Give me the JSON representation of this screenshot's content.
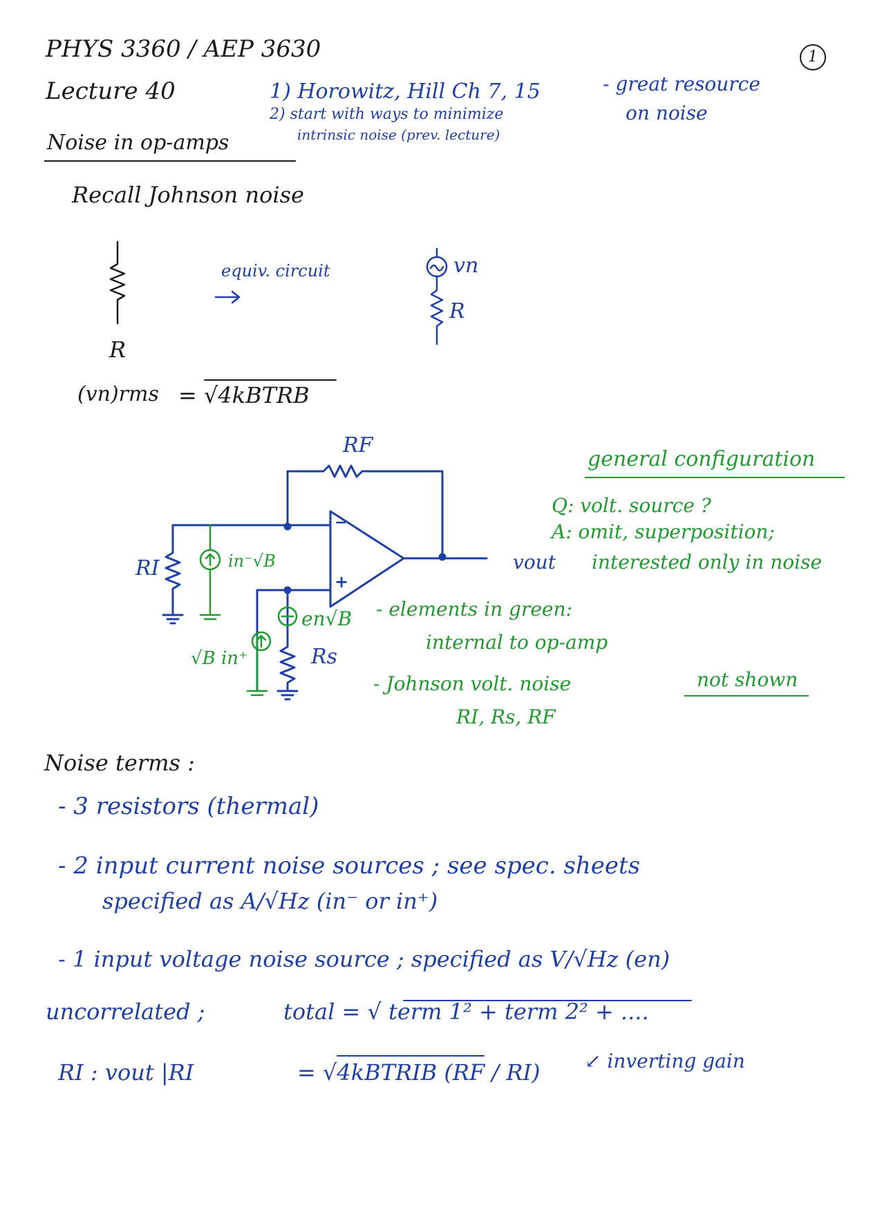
{
  "header": {
    "course": "PHYS 3360 / AEP 3630",
    "lecture": "Lecture 40",
    "page_number": "1"
  },
  "references": {
    "item1": "1) Horowitz, Hill  Ch 7, 15",
    "item2a": "2) start with ways to minimize",
    "item2b": "intrinsic noise  (prev. lecture)",
    "resource_a": "- great resource",
    "resource_b": "on noise"
  },
  "section_title": "Noise in op-amps",
  "johnson": {
    "recall": "Recall  Johnson noise",
    "equiv": "equiv. circuit",
    "resistor_label": "R",
    "source_label": "vn",
    "equiv_resistor_label": "R",
    "formula_lhs": "(vn)rms",
    "formula_rhs": "= √4kBTRB"
  },
  "circuit": {
    "rf_label": "RF",
    "ri_label": "RI",
    "rs_label": "Rs",
    "vout_label": "vout",
    "minus_sign": "−",
    "plus_sign": "+",
    "in_minus_label": "in⁻√B",
    "in_plus_label": "√B in⁺",
    "en_label": "en√B"
  },
  "notes": {
    "general_config": "general configuration",
    "q": "Q: volt. source ?",
    "a1": "A: omit, superposition;",
    "a2": "interested only in noise",
    "green1": "- elements in green:",
    "green2": "internal to op-amp",
    "johnson1": "-  Johnson volt. noise",
    "not_shown": "not shown",
    "johnson2": "RI, Rs, RF"
  },
  "noise_terms": {
    "title": "Noise terms :",
    "t1": "-  3 resistors  (thermal)",
    "t2a": "-  2 input current noise sources ; see spec. sheets",
    "t2b": "specified as  A/√Hz   (in⁻ or in⁺)",
    "t3": "-  1 input voltage noise source ; specified as  V/√Hz   (en)",
    "uncorrelated": "uncorrelated ;",
    "total": "total  = √ term 1² + term 2² + ....",
    "ri_lhs": "RI :   vout |RI",
    "ri_rhs": "=  √4kBTRIB  (RF / RI)",
    "inverting_gain": "↙ inverting gain"
  }
}
